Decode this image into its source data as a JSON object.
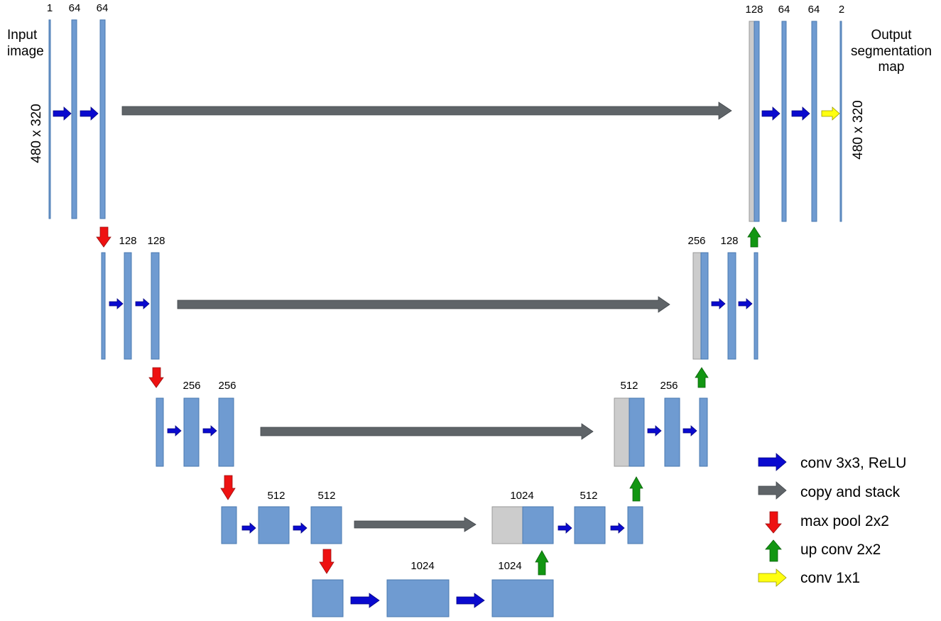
{
  "top_labels": {
    "input_channels": "1",
    "enc1_a": "64",
    "enc1_b": "64",
    "dec1_concat": "128",
    "dec1_a": "64",
    "dec1_b": "64",
    "output_channels": "2"
  },
  "level2_labels": {
    "enc_a": "128",
    "enc_b": "128",
    "dec_concat": "256",
    "dec_a": "128"
  },
  "level3_labels": {
    "enc_a": "256",
    "enc_b": "256",
    "dec_concat": "512",
    "dec_a": "256"
  },
  "level4_labels": {
    "enc_a": "512",
    "enc_b": "512",
    "dec_concat": "1024",
    "dec_a": "512"
  },
  "level5_labels": {
    "a": "1024",
    "b": "1024"
  },
  "input": {
    "line1": "Input",
    "line2": "image",
    "size": "480 x 320"
  },
  "output": {
    "line1": "Output",
    "line2": "segmentation",
    "line3": "map",
    "size": "480 x 320"
  },
  "legend": {
    "conv": "conv 3x3, ReLU",
    "copy": "copy and stack",
    "maxpool": "max pool 2x2",
    "upconv": "up conv 2x2",
    "conv1x1": "conv 1x1"
  },
  "colors": {
    "feature_map": "#6F9BD1",
    "copied_map": "#CCCCCC",
    "conv_arrow": "#0A0ACF",
    "copy_arrow": "#5F6468",
    "maxpool_arrow": "#EE1111",
    "upconv_arrow": "#129612",
    "conv1x1_arrow": "#FFFF11"
  }
}
